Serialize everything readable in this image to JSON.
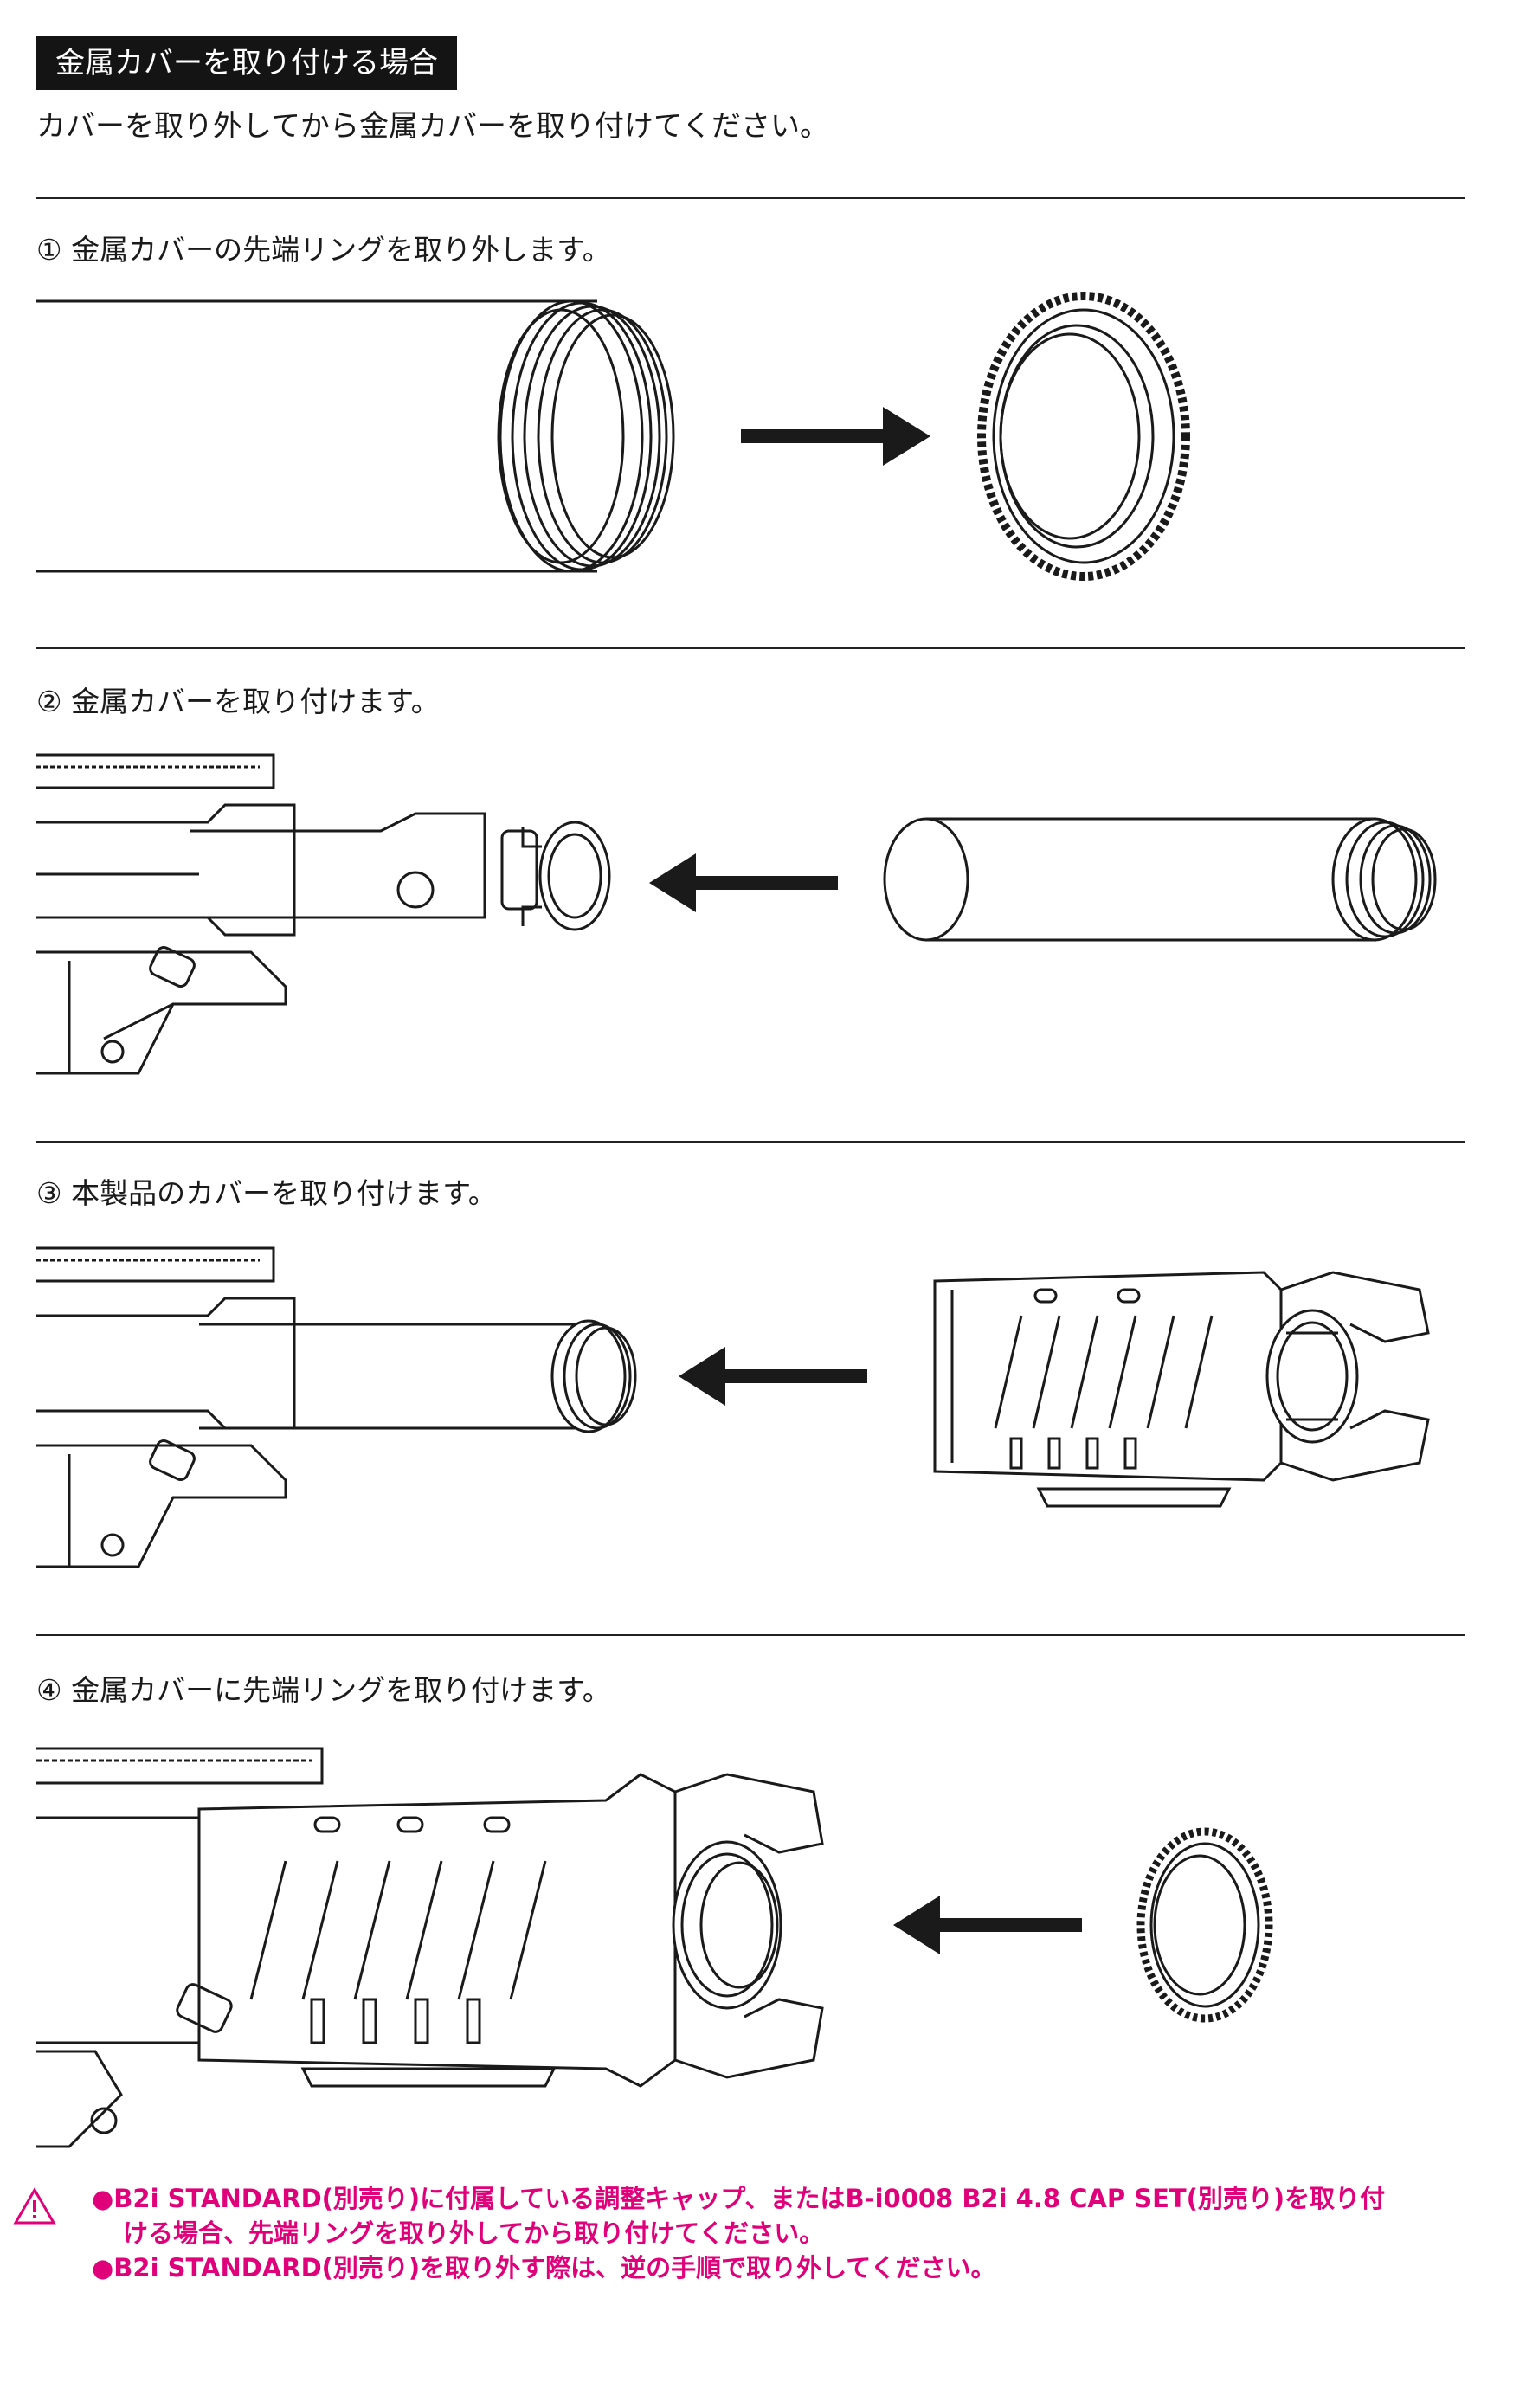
{
  "header": {
    "title": "金属カバーを取り付ける場合",
    "intro": "カバーを取り外してから金属カバーを取り付けてください。"
  },
  "steps": [
    {
      "label": "① 金属カバーの先端リングを取り外します。"
    },
    {
      "label": "② 金属カバーを取り付けます。"
    },
    {
      "label": "③ 本製品のカバーを取り付けます。"
    },
    {
      "label": "④ 金属カバーに先端リングを取り付けます。"
    }
  ],
  "warning": {
    "lines": [
      "●B2i STANDARD(別売り)に付属している調整キャップ、またはB-i0008 B2i 4.8 CAP SET(別売り)を取り付",
      "ける場合、先端リングを取り外してから取り付けてください。",
      "●B2i STANDARD(別売り)を取り外す際は、逆の手順で取り外してください。"
    ],
    "icon": "warning-triangle-icon"
  },
  "colors": {
    "accent": "#e0007a",
    "ink": "#1a1a1a",
    "title_bg": "#141414"
  }
}
